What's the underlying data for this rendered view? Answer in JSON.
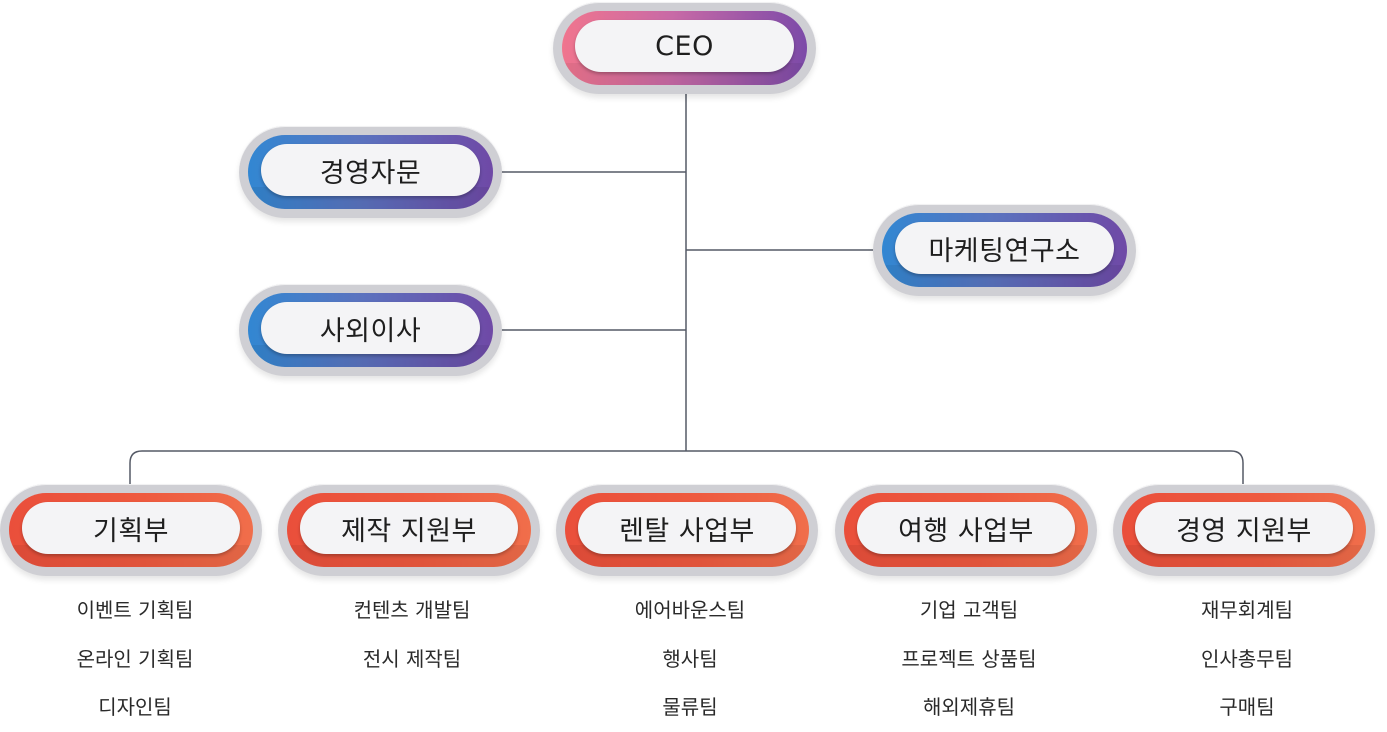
{
  "ceo": "CEO",
  "advisory": "경영자문",
  "outside_director": "사외이사",
  "marketing_lab": "마케팅연구소",
  "divisions": [
    {
      "name": "기획부",
      "teams": [
        "이벤트 기획팀",
        "온라인 기획팀",
        "디자인팀"
      ]
    },
    {
      "name": "제작 지원부",
      "teams": [
        "컨텐츠 개발팀",
        "전시 제작팀"
      ]
    },
    {
      "name": "렌탈 사업부",
      "teams": [
        "에어바운스팀",
        "행사팀",
        "물류팀"
      ]
    },
    {
      "name": "여행 사업부",
      "teams": [
        "기업 고객팀",
        "프로젝트 상품팀",
        "해외제휴팀"
      ]
    },
    {
      "name": "경영 지원부",
      "teams": [
        "재무회계팀",
        "인사총무팀",
        "구매팀"
      ]
    }
  ],
  "colors": {
    "ceo_gradient": [
      "#f0758e",
      "#7c4aa8"
    ],
    "staff_gradient": [
      "#3287d2",
      "#6f49a6"
    ],
    "division_gradient": [
      "#ea4f3b",
      "#f06e4b"
    ],
    "connector": "#555a66"
  }
}
